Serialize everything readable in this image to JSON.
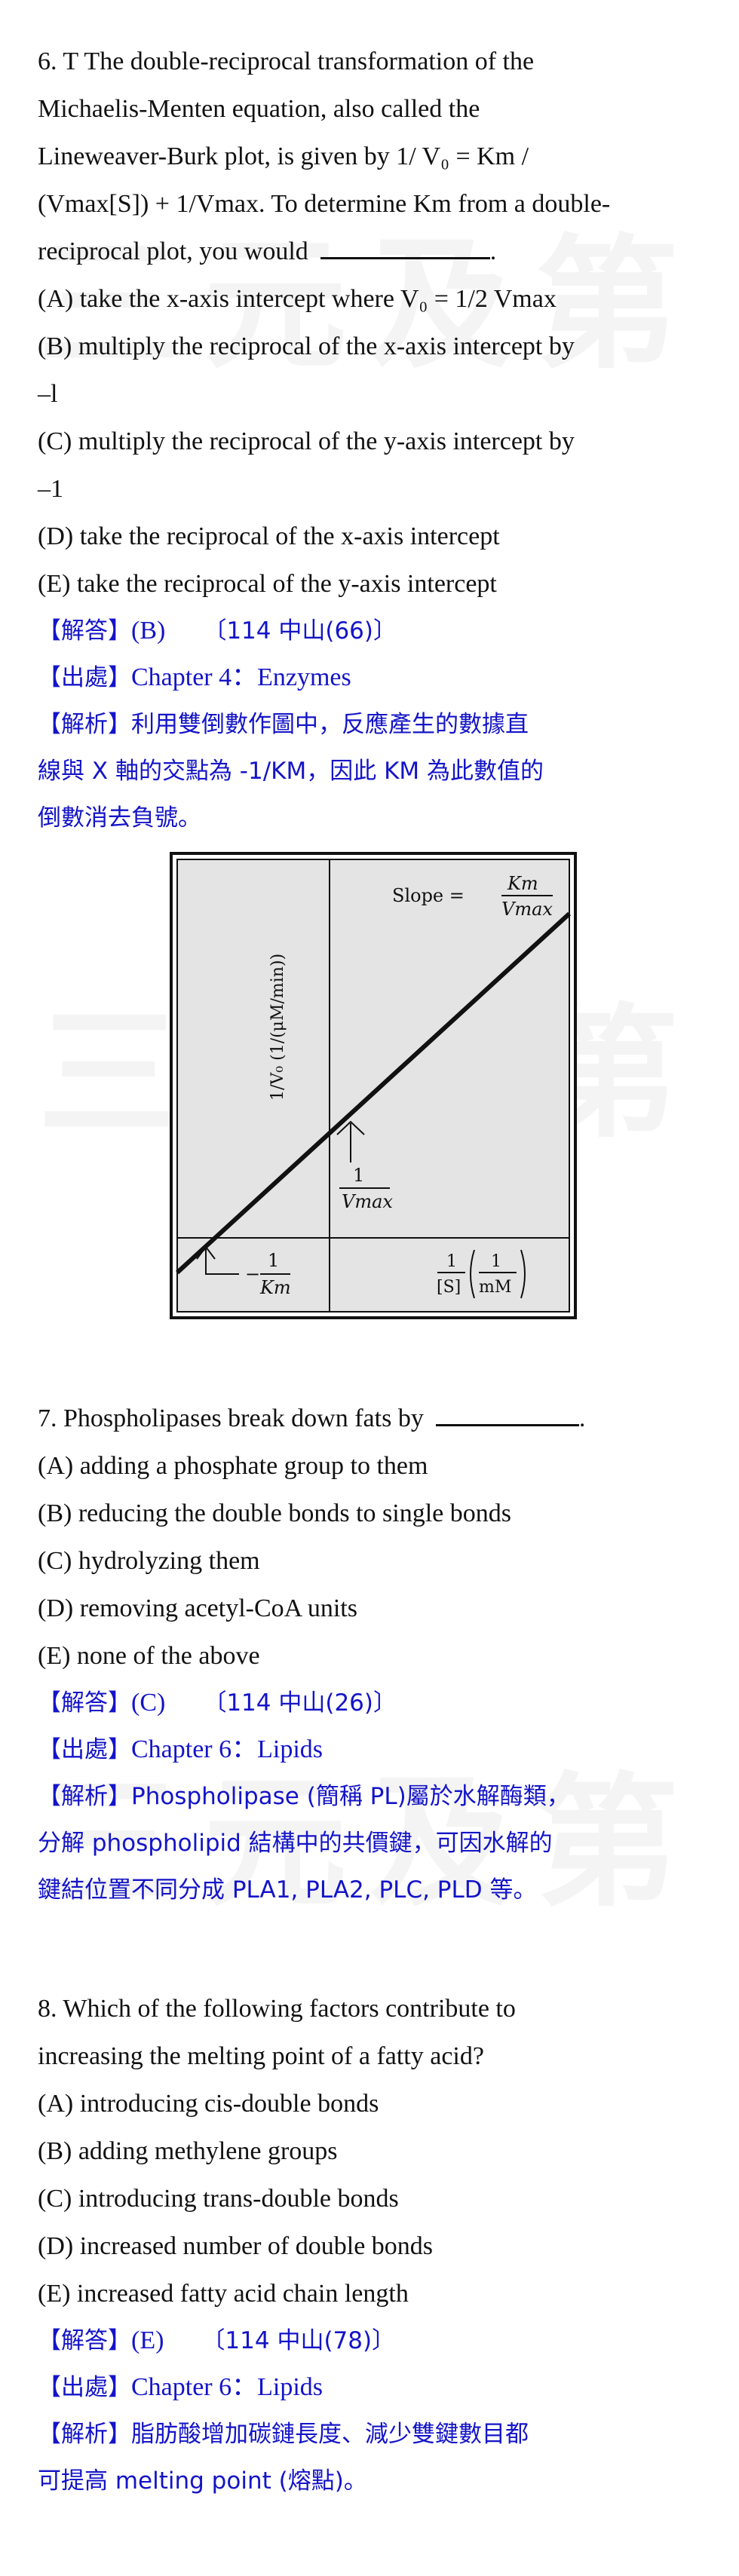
{
  "watermark": "三元及第",
  "questions": [
    {
      "lines": [
        "6. T The double-reciprocal transformation of the",
        "Michaelis-Menten equation, also called the",
        "Lineweaver-Burk plot, is given by 1/ V₀ = Km /",
        "(Vmax[S]) + 1/Vmax. To determine Km from a double-",
        "reciprocal plot, you would",
        "(A) take the x-axis intercept where V₀ = 1/2 Vmax",
        "(B) multiply the reciprocal of the x-axis intercept by",
        "–l",
        "(C) multiply the reciprocal of the y-axis intercept by",
        "–1",
        "(D) take the reciprocal of the x-axis intercept",
        "(E) take the reciprocal of the y-axis intercept"
      ],
      "answer_tag": "【解答】",
      "answer": "(B)",
      "answer_ref_zh": "〔114 中山(66)〕",
      "source_tag": "【出處】",
      "source": "Chapter 4：Enzymes",
      "explain_tag": "【解析】",
      "explain_lines": [
        "利用雙倒數作圖中，反應產生的數據直",
        "線與 X 軸的交點為 -1/KM，因此 KM 為此數值的",
        "倒數消去負號。"
      ]
    },
    {
      "lines": [
        "7. Phospholipases break down fats by",
        "(A) adding a phosphate group to them",
        "(B) reducing the double bonds to single bonds",
        "(C) hydrolyzing them",
        "(D) removing acetyl-CoA units",
        "(E) none of the above"
      ],
      "answer_tag": "【解答】",
      "answer": "(C)",
      "answer_ref_zh": "〔114 中山(26)〕",
      "source_tag": "【出處】",
      "source": "Chapter 6：Lipids",
      "explain_tag": "【解析】",
      "explain_lines": [
        "Phospholipase (簡稱 PL)屬於水解酶類，",
        "分解 phospholipid 結構中的共價鍵，可因水解的",
        "鍵結位置不同分成 PLA1, PLA2, PLC, PLD 等。"
      ]
    },
    {
      "lines": [
        "8. Which of the following factors contribute to",
        "increasing the melting point of a fatty acid?",
        "(A) introducing cis-double bonds",
        "(B) adding methylene groups",
        "(C) introducing trans-double bonds",
        "(D) increased number of double bonds",
        "(E) increased fatty acid chain length"
      ],
      "answer_tag": "【解答】",
      "answer": "(E)",
      "answer_ref_zh": "〔114 中山(78)〕",
      "source_tag": "【出處】",
      "source": "Chapter 6：Lipids",
      "explain_tag": "【解析】",
      "explain_lines": [
        "脂肪酸增加碳鏈長度、減少雙鍵數目都",
        "可提高 melting point (熔點)。"
      ]
    }
  ],
  "figure": {
    "slope_label": "Slope =",
    "slope_num": "Km",
    "slope_den": "Vmax",
    "y_axis_label": "1/V₀ (1/(μM/min))",
    "y_intercept_num": "1",
    "y_intercept_den": "Vmax",
    "x_intercept_num": "1",
    "x_intercept_den": "Km",
    "x_intercept_sign": "−",
    "x_axis_label_a": "1",
    "x_axis_label_a_den": "[S]",
    "x_axis_label_b_num": "1",
    "x_axis_label_b_den": "mM"
  }
}
